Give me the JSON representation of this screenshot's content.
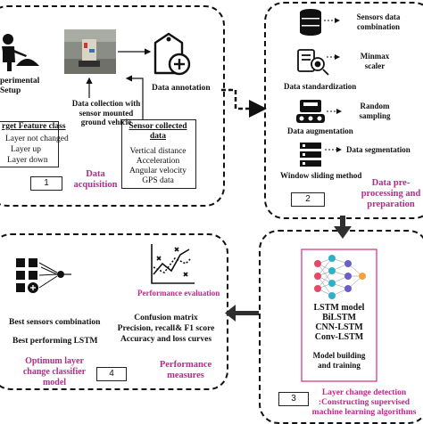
{
  "colors": {
    "accent": "#c0268a",
    "ink": "#111111",
    "arrow_dark": "#2f2f2f",
    "lstm_frame": "#d62b7b"
  },
  "stage1": {
    "setup_label": "perimental Setup",
    "data_collection": "Data collection with sensor mounted ground vehicle",
    "data_annotation": "Data annotation",
    "target_title": "rget Feature class",
    "target_items": [
      "Layer not changed",
      "Layer up",
      "Layer down"
    ],
    "sensor_title": "Sensor collected data",
    "sensor_items": [
      "Vertical distance",
      "Acceleration",
      "Angular velocity",
      "GPS data"
    ],
    "number": "1",
    "label": "Data acquisition"
  },
  "stage2": {
    "sensors_combination": "Sensors data combination",
    "minmax": "Minmax scaler",
    "standardization": "Data standardization",
    "random_sampling": "Random sampling",
    "augmentation": "Data augmentation",
    "segmentation": "Data segmentation",
    "window": "Window sliding method",
    "number": "2",
    "label": "Data pre-processing and preparation"
  },
  "stage3": {
    "models": [
      "LSTM model",
      "BiLSTM",
      "CNN-LSTM",
      "Conv-LSTM"
    ],
    "model_building": "Model building and training",
    "number": "3",
    "label": "Layer change detection :Constructing supervised machine learning algorithms"
  },
  "stage4": {
    "performance_eval": "Performance evaluation",
    "metrics": [
      "Confusion matrix",
      "Precision, recall& F1 score",
      "Accuracy and loss curves"
    ],
    "best_sensors": "Best sensors combination",
    "best_lstm": "Best performing LSTM",
    "optimum": "Optimum layer change classifier model",
    "number": "4",
    "label": "Performance measures"
  }
}
